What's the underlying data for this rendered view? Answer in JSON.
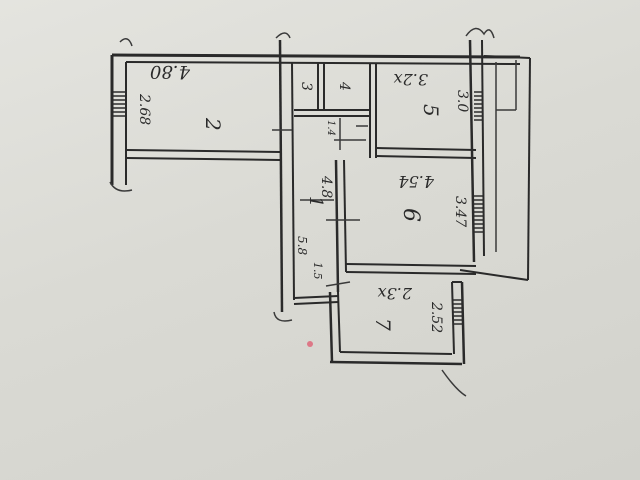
{
  "rooms": [
    {
      "id": "1",
      "number": "1",
      "area": "4.8"
    },
    {
      "id": "2",
      "number": "2",
      "area": "4.80",
      "dim": "2.68"
    },
    {
      "id": "3",
      "number": "3"
    },
    {
      "id": "4",
      "number": "4"
    },
    {
      "id": "5",
      "number": "5",
      "area": "3.2x",
      "dim": "3.0"
    },
    {
      "id": "6",
      "number": "6",
      "area": "4.54",
      "dim": "3.47"
    },
    {
      "id": "7",
      "number": "7",
      "area": "2.3x",
      "dim": "2.52"
    }
  ],
  "extra_dims": {
    "corridor_width": "5.8",
    "small_gap": "1.5",
    "wc_gap": "1.4"
  }
}
